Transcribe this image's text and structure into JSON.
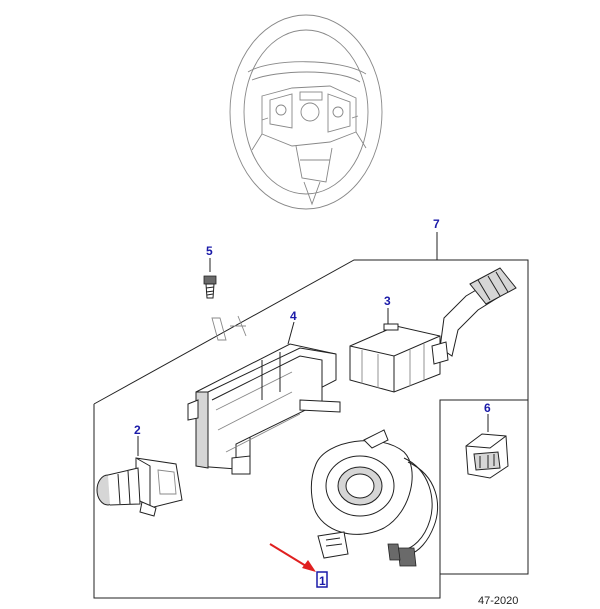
{
  "diagram": {
    "callouts": [
      {
        "id": "1",
        "label": "1"
      },
      {
        "id": "2",
        "label": "2"
      },
      {
        "id": "3",
        "label": "3"
      },
      {
        "id": "4",
        "label": "4"
      },
      {
        "id": "5",
        "label": "5"
      },
      {
        "id": "6",
        "label": "6"
      },
      {
        "id": "7",
        "label": "7"
      }
    ],
    "reference_code": "47-2020",
    "colors": {
      "callout_text": "#1a1aa8",
      "highlight_box": "#1a1aa8",
      "arrow": "#e02020",
      "line_art": "#222222",
      "faint_art": "#888888"
    }
  }
}
